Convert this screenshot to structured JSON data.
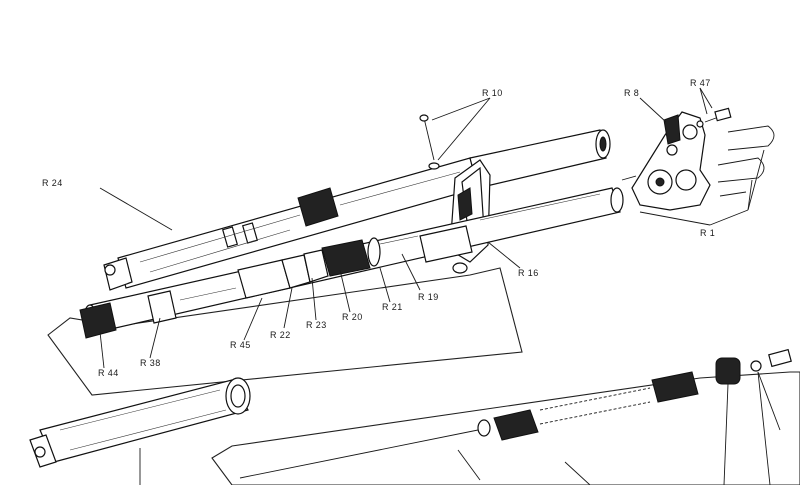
{
  "callouts": {
    "r1": "R 1",
    "r8": "R 8",
    "r10": "R 10",
    "r16": "R 16",
    "r19": "R 19",
    "r20": "R 20",
    "r21": "R 21",
    "r22": "R 22",
    "r23": "R 23",
    "r24": "R 24",
    "r38": "R 38",
    "r44": "R 44",
    "r45": "R 45",
    "r47": "R 47"
  }
}
